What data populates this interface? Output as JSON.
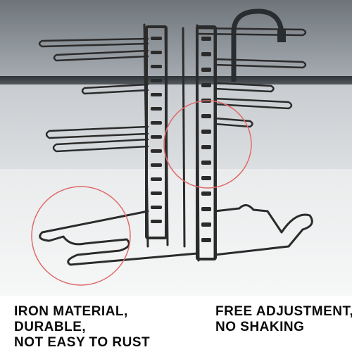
{
  "callouts": {
    "left": {
      "line1": "IRON MATERIAL,",
      "line2": "DURABLE,",
      "line3": "NOT EASY TO RUST"
    },
    "right": {
      "line1": "FREE ADJUSTMENT,",
      "line2": "NO SHAKING"
    }
  },
  "colors": {
    "rack_metal": "#2b2b2b",
    "highlight_circle": "#e06a6a",
    "text": "#0a0a0a"
  },
  "icons": {
    "product": "pot-lid-rack-image"
  }
}
